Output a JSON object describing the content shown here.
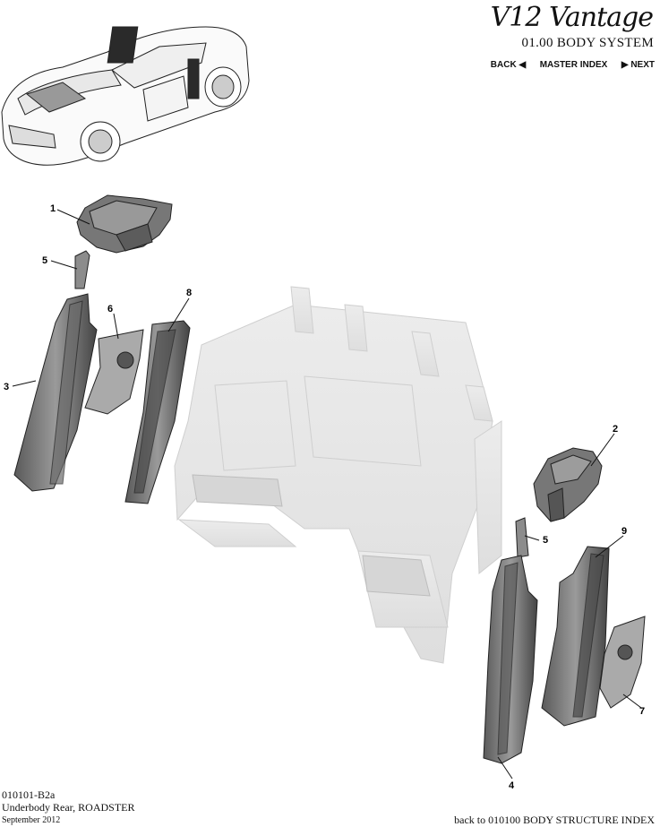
{
  "header": {
    "brand": "V12 Vantage",
    "section_title": "01.00 BODY SYSTEM",
    "nav": {
      "back": "BACK",
      "master_index": "MASTER INDEX",
      "next": "NEXT"
    }
  },
  "callouts": [
    "1",
    "2",
    "3",
    "4",
    "5",
    "5",
    "6",
    "7",
    "8",
    "9"
  ],
  "footer": {
    "code": "010101-B2a",
    "subtitle": "Underbody Rear, ROADSTER",
    "date": "September 2012",
    "back_link": "back to 010100 BODY STRUCTURE INDEX"
  },
  "icons": {
    "back": "triangle-left-icon",
    "next": "triangle-right-icon"
  }
}
